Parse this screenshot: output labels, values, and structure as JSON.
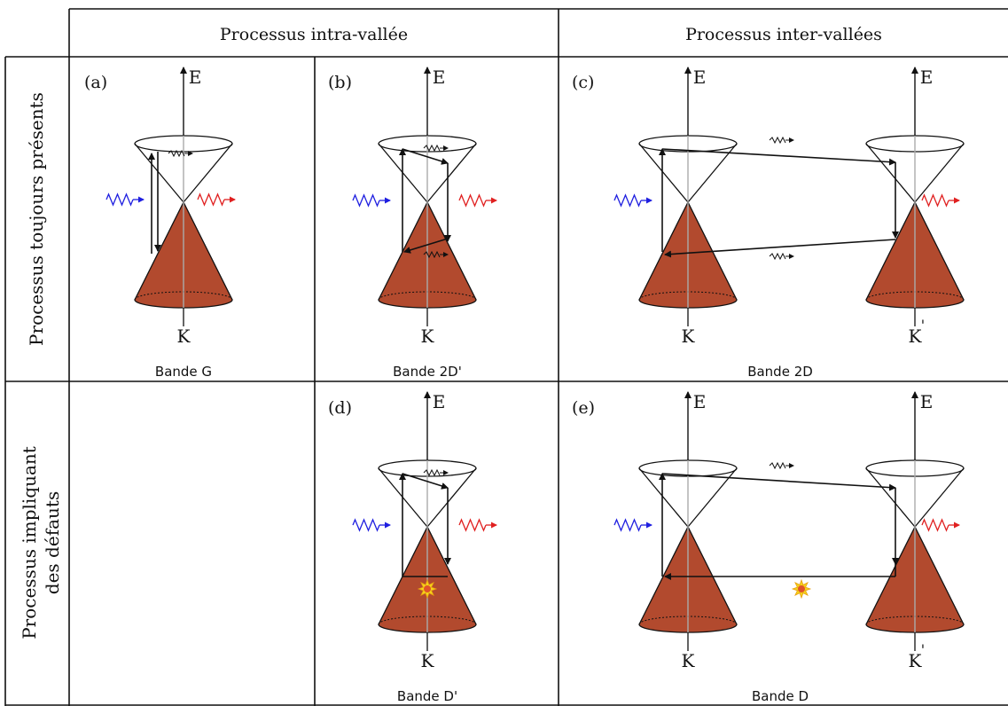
{
  "header": {
    "intra": "Processus intra-vallée",
    "inter": "Processus inter-vallées"
  },
  "rows": {
    "row1": "Processus toujours présents",
    "row2_line1": "Processus impliquant",
    "row2_line2": "des défauts"
  },
  "panels": [
    {
      "id": "a",
      "label": "(a)",
      "caption": "Bande G"
    },
    {
      "id": "b",
      "label": "(b)",
      "caption": "Bande 2D'"
    },
    {
      "id": "c",
      "label": "(c)",
      "caption": "Bande 2D"
    },
    {
      "id": "d",
      "label": "(d)",
      "caption": "Bande D'"
    },
    {
      "id": "e",
      "label": "(e)",
      "caption": "Bande D"
    }
  ],
  "symbols": {
    "energy": "E",
    "k": "K",
    "k_prime": "K",
    "prime_mark": "'"
  },
  "colors": {
    "valence": "#b24a2e",
    "incident_photon": "#1f1fe0",
    "scattered_photon": "#e02020",
    "phonon": "#111111",
    "defect_outer": "#f5d31a",
    "defect_inner": "#e0522a",
    "grid": "#111111"
  }
}
